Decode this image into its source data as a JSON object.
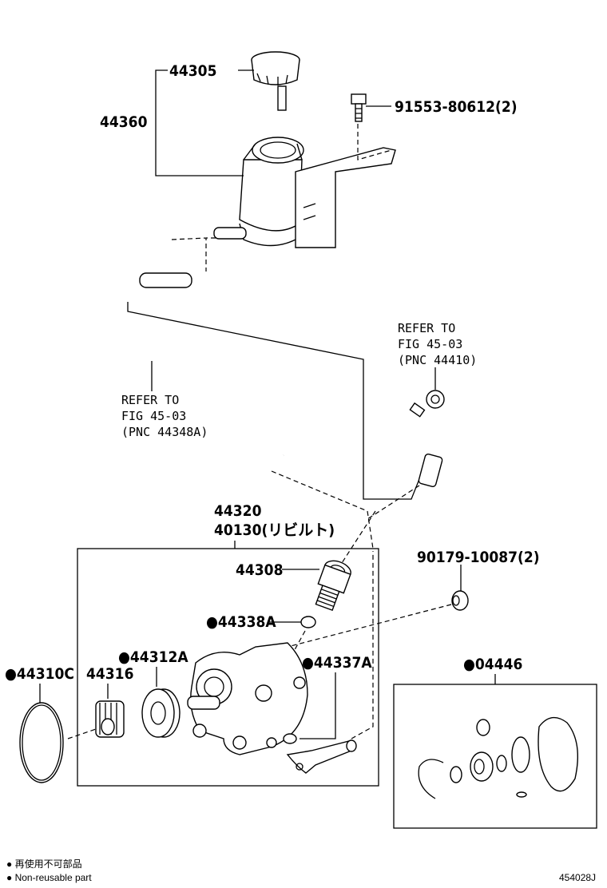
{
  "labels": {
    "cap": "44305",
    "reservoir": "44360",
    "bolt": "91553-80612(2)",
    "pump_assy": "44320",
    "pump_rebuilt": "40130(リビルト)",
    "union": "44308",
    "oring_union": "●44338A",
    "bearing": "●44312A",
    "seal_body": "●44337A",
    "oring_large": "●44310C",
    "pulley_spline": "44316",
    "bolt_pump": "90179-10087(2)",
    "gasket_kit": "●04446"
  },
  "refer_pressure": {
    "line1": "REFER TO",
    "line2": "FIG 45-03",
    "line3": "(PNC 44410)"
  },
  "refer_hose": {
    "line1": "REFER TO",
    "line2": "FIG 45-03",
    "line3": "(PNC 44348A)"
  },
  "legend": {
    "jp": "● 再使用不可部品",
    "en": "● Non-reusable part"
  },
  "figure_id": "454028J"
}
